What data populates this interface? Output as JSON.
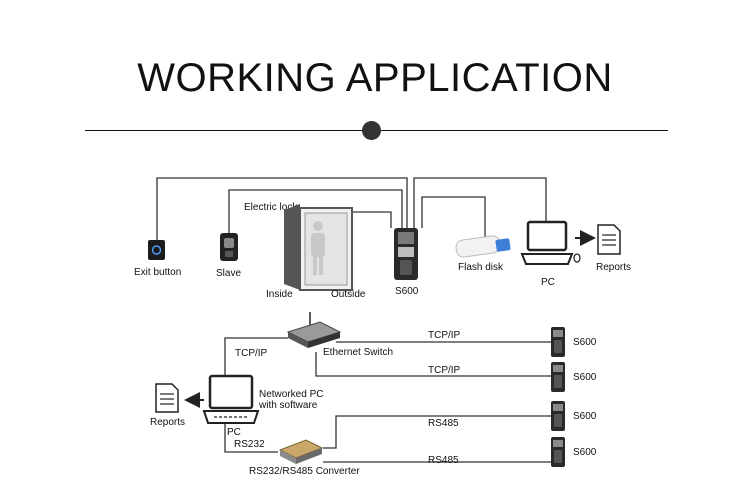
{
  "title": "WORKING APPLICATION",
  "top": {
    "exit_button": "Exit button",
    "slave": "Slave",
    "electric_lock": "Electric lock",
    "inside": "Inside",
    "outside": "Outside",
    "s600": "S600",
    "flash_disk": "Flash disk",
    "pc": "PC",
    "reports": "Reports"
  },
  "bottom": {
    "tcpip_left": "TCP/IP",
    "ethernet_switch": "Ethernet Switch",
    "tcpip_1": "TCP/IP",
    "tcpip_2": "TCP/IP",
    "rs485_1": "RS485",
    "rs485_2": "RS485",
    "networked_pc_line1": "Networked PC",
    "networked_pc_line2": "with software",
    "pc": "PC",
    "rs232": "RS232",
    "converter": "RS232/RS485 Converter",
    "reports": "Reports",
    "s600_1": "S600",
    "s600_2": "S600",
    "s600_3": "S600",
    "s600_4": "S600"
  }
}
